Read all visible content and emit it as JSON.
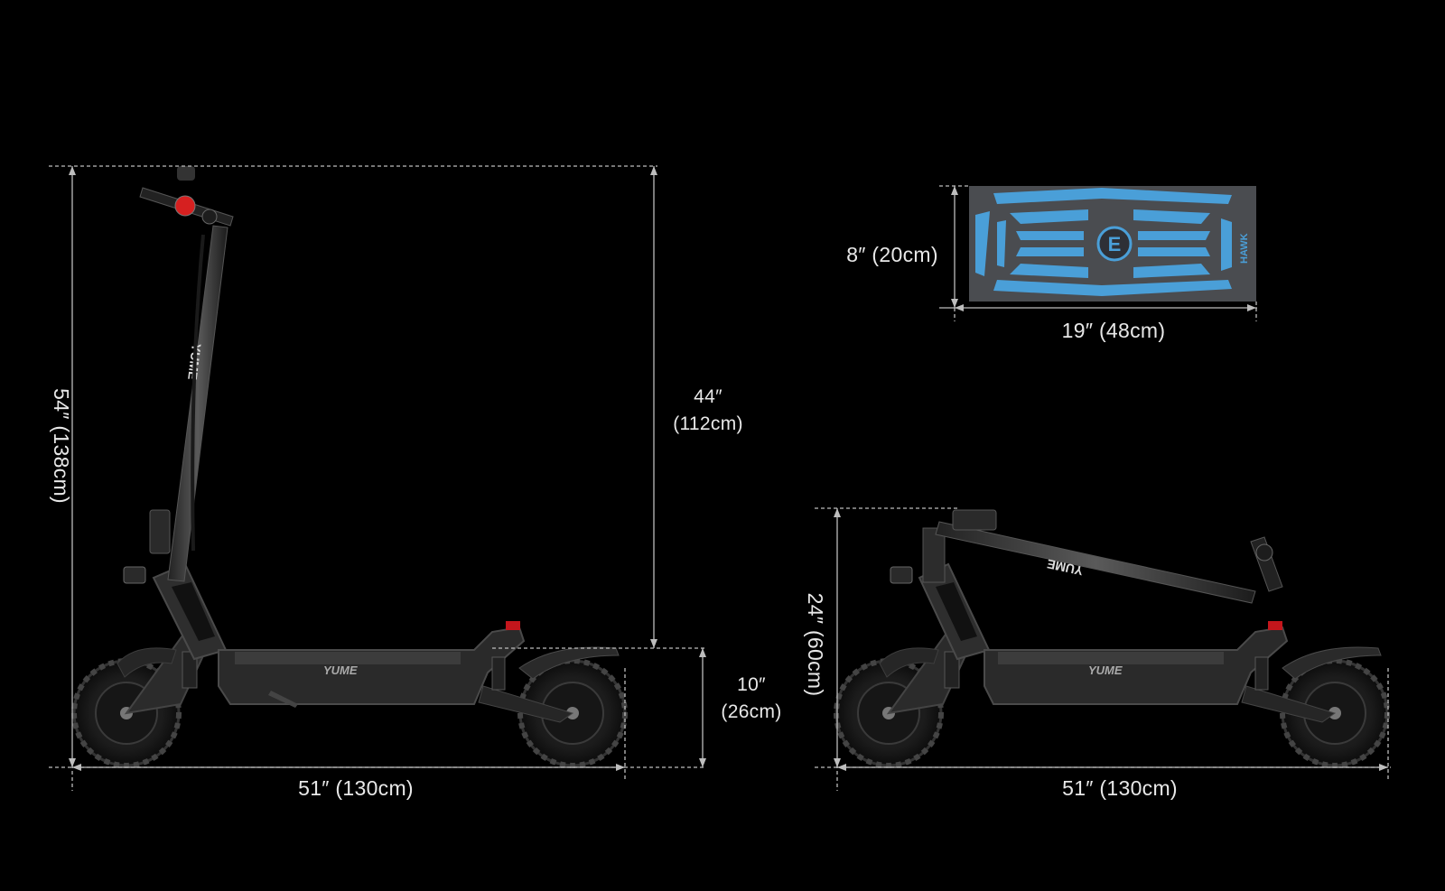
{
  "colors": {
    "background": "#000000",
    "dimension_line": "#bdbdbd",
    "deck_mat_bg": "#4a4c50",
    "deck_mat_accent": "#4a9fd8",
    "brake_button": "#d62020",
    "tail_light": "#c4161c"
  },
  "icons": [
    "scooter-unfolded-image",
    "scooter-folded-image",
    "deck-mat-image",
    "yume-logo"
  ],
  "dimensions": {
    "unfolded_total_height": "54″ (138cm)",
    "unfolded_stem_height_line1": "44″",
    "unfolded_stem_height_line2": "(112cm)",
    "unfolded_deck_height_line1": "10″",
    "unfolded_deck_height_line2": "(26cm)",
    "unfolded_length": "51″ (130cm)",
    "deck_width": "8″ (20cm)",
    "deck_length": "19″ (48cm)",
    "folded_height": "24″ (60cm)",
    "folded_length": "51″ (130cm)"
  },
  "branding": {
    "stem_text": "YUME",
    "deck_text": "YUME",
    "mat_text": "HAWK",
    "mat_logo": "E"
  }
}
